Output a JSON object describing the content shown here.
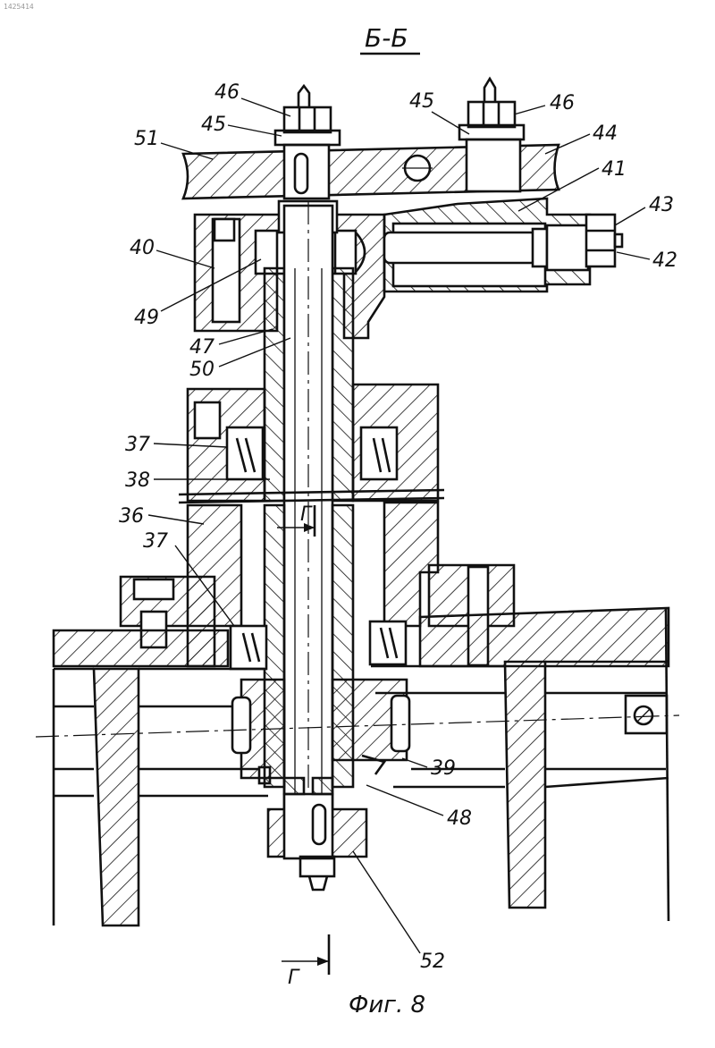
{
  "doc_id": "1425414",
  "section_label": "Б-Б",
  "section_mark": "Г",
  "figure_caption": "Фиг. 8",
  "parts": [
    {
      "id": "p36",
      "label": "36"
    },
    {
      "id": "p37a",
      "label": "37"
    },
    {
      "id": "p37b",
      "label": "37"
    },
    {
      "id": "p38",
      "label": "38"
    },
    {
      "id": "p39",
      "label": "39"
    },
    {
      "id": "p40",
      "label": "40"
    },
    {
      "id": "p41",
      "label": "41"
    },
    {
      "id": "p42",
      "label": "42"
    },
    {
      "id": "p43",
      "label": "43"
    },
    {
      "id": "p44",
      "label": "44"
    },
    {
      "id": "p45a",
      "label": "45"
    },
    {
      "id": "p45b",
      "label": "45"
    },
    {
      "id": "p46a",
      "label": "46"
    },
    {
      "id": "p46b",
      "label": "46"
    },
    {
      "id": "p47",
      "label": "47"
    },
    {
      "id": "p48",
      "label": "48"
    },
    {
      "id": "p49",
      "label": "49"
    },
    {
      "id": "p50",
      "label": "50"
    },
    {
      "id": "p51",
      "label": "51"
    },
    {
      "id": "p52",
      "label": "52"
    }
  ]
}
